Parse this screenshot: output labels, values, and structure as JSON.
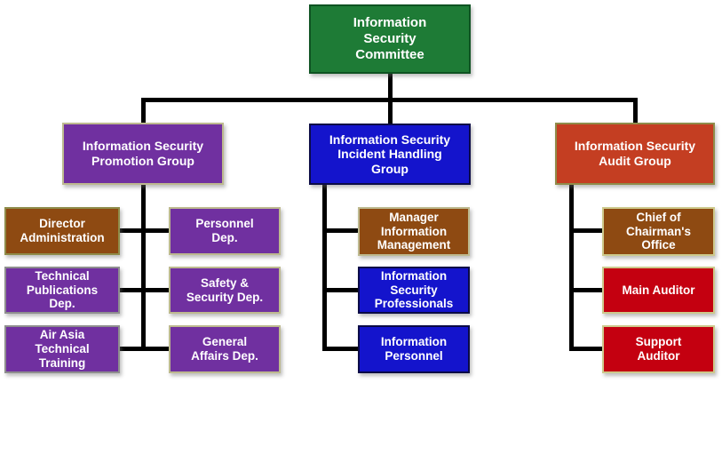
{
  "palette": {
    "green": "#1E7B36",
    "green_border": "#0E5322",
    "purple": "#7030A0",
    "tan_border": "#BDB98F",
    "gray_border": "#8E8E8E",
    "blue": "#1414CC",
    "navy_border": "#0B0B46",
    "orange_red": "#C43E22",
    "olive_border": "#8F8C4A",
    "brown": "#8E4A12",
    "red": "#C40010",
    "khaki_border": "#CDC98C",
    "connector": "#000000",
    "text": "#FFFFFF",
    "background": "#FFFFFF"
  },
  "nodes": {
    "committee": {
      "label": "Information\nSecurity\nCommittee"
    },
    "promotion_group": {
      "label": "Information Security\nPromotion Group"
    },
    "incident_group": {
      "label": "Information Security\nIncident Handling\nGroup"
    },
    "audit_group": {
      "label": "Information Security\nAudit Group"
    },
    "director_administration": {
      "label": "Director\nAdministration"
    },
    "technical_publications": {
      "label": "Technical\nPublications\nDep."
    },
    "air_asia_training": {
      "label": "Air Asia\nTechnical\nTraining"
    },
    "personnel_dep": {
      "label": "Personnel\nDep."
    },
    "safety_security_dep": {
      "label": "Safety &\nSecurity Dep."
    },
    "general_affairs_dep": {
      "label": "General\nAffairs Dep."
    },
    "manager_information_management": {
      "label": "Manager\nInformation\nManagement"
    },
    "information_security_professionals": {
      "label": "Information\nSecurity\nProfessionals"
    },
    "information_personnel": {
      "label": "Information\nPersonnel"
    },
    "chief_chairmans_office": {
      "label": "Chief of\nChairman's\nOffice"
    },
    "main_auditor": {
      "label": "Main Auditor"
    },
    "support_auditor": {
      "label": "Support\nAuditor"
    }
  },
  "org_structure": {
    "root": "Information Security Committee",
    "groups": [
      {
        "name": "Information Security Promotion Group",
        "members": [
          "Director Administration",
          "Technical Publications Dep.",
          "Air Asia Technical Training",
          "Personnel Dep.",
          "Safety & Security Dep.",
          "General Affairs Dep."
        ]
      },
      {
        "name": "Information Security Incident Handling Group",
        "members": [
          "Manager Information Management",
          "Information Security Professionals",
          "Information Personnel"
        ]
      },
      {
        "name": "Information Security Audit Group",
        "members": [
          "Chief of Chairman's Office",
          "Main Auditor",
          "Support Auditor"
        ]
      }
    ]
  }
}
